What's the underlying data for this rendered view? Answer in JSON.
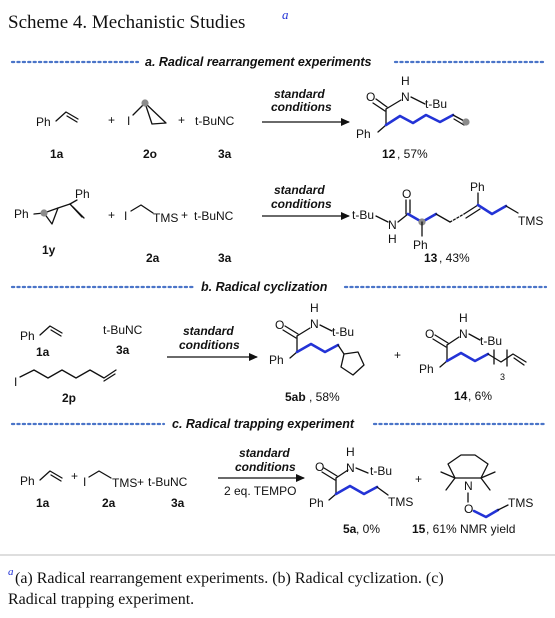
{
  "scheme": {
    "title_prefix": "Scheme 4. Mechanistic Studies",
    "title_superscript": "a"
  },
  "colors": {
    "accent_blue": "#2333d6",
    "section_rule": "#4a74c8",
    "radical_dot": "#8c8c8c"
  },
  "sections": {
    "a": {
      "header": "a. Radical rearrangement experiments",
      "row1": {
        "reagent1_group": "Ph",
        "reagent1_id": "1a",
        "reagent2_group": "I",
        "reagent2_id": "2o",
        "reagent3": "t-BuNC",
        "reagent3_id": "3a",
        "plus": "+",
        "cond_line1": "standard",
        "cond_line2": "conditions",
        "prod_o": "O",
        "prod_nh": "H",
        "prod_n": "N",
        "prod_tbu": "t-Bu",
        "prod_ph": "Ph",
        "prod_id": "12",
        "prod_yield": ", 57%"
      },
      "row2": {
        "reagent1_ph_a": "Ph",
        "reagent1_ph_b": "Ph",
        "reagent1_id": "1y",
        "reagent2_group": "I",
        "reagent2_tms": "TMS",
        "reagent2_id": "2a",
        "reagent3": "t-BuNC",
        "reagent3_id": "3a",
        "plus": "+",
        "cond_line1": "standard",
        "cond_line2": "conditions",
        "prod_tbu": "t-Bu",
        "prod_n": "N",
        "prod_h": "H",
        "prod_o": "O",
        "prod_ph_top": "Ph",
        "prod_ph_bottom": "Ph",
        "prod_tms": "TMS",
        "prod_id": "13",
        "prod_yield": ", 43%"
      }
    },
    "b": {
      "header": "b. Radical cyclization",
      "reagent1_group": "Ph",
      "reagent1_id": "1a",
      "reagent3": "t-BuNC",
      "reagent3_id": "3a",
      "reagent2_group": "I",
      "reagent2_id": "2p",
      "cond_line1": "standard",
      "cond_line2": "conditions",
      "prod1_o": "O",
      "prod1_h": "H",
      "prod1_n": "N",
      "prod1_tbu": "t-Bu",
      "prod1_ph": "Ph",
      "prod1_id": "5ab",
      "prod1_yield": ", 58%",
      "plus": "+",
      "prod2_o": "O",
      "prod2_h": "H",
      "prod2_n": "N",
      "prod2_tbu": "t-Bu",
      "prod2_ph": "Ph",
      "prod2_sub": "3",
      "prod2_id": "14",
      "prod2_yield": ", 6%"
    },
    "c": {
      "header": "c. Radical trapping experiment",
      "reagent1_group": "Ph",
      "reagent1_id": "1a",
      "reagent2_group": "I",
      "reagent2_tms": "TMS",
      "reagent2_id": "2a",
      "reagent3": "t-BuNC",
      "reagent3_id": "3a",
      "plus": "+",
      "cond_line1": "standard",
      "cond_line2": "conditions",
      "cond_line3": "2 eq. TEMPO",
      "prod1_o": "O",
      "prod1_h": "H",
      "prod1_n": "N",
      "prod1_tbu": "t-Bu",
      "prod1_ph": "Ph",
      "prod1_tms": "TMS",
      "prod1_id": "5a",
      "prod1_yield": ", 0%",
      "prod2_n": "N",
      "prod2_o": "O",
      "prod2_tms": "TMS",
      "prod2_id": "15",
      "prod2_yield": ", 61% NMR yield"
    }
  },
  "footnote": {
    "marker": "a",
    "line1": "(a) Radical rearrangement experiments. (b) Radical cyclization. (c)",
    "line2": "Radical trapping experiment."
  }
}
